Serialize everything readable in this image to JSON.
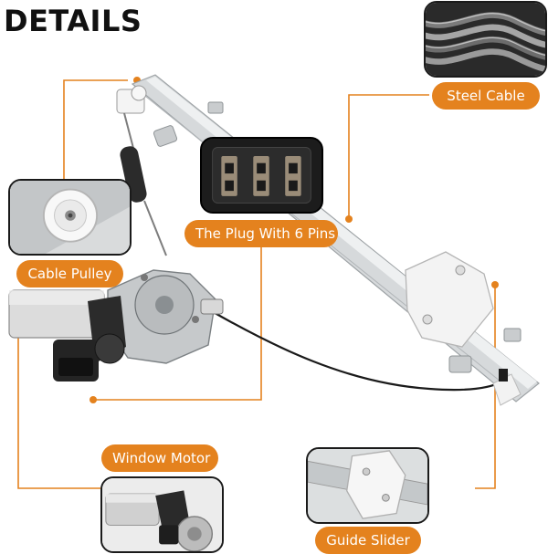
{
  "title": "DETAILS",
  "labels": {
    "steel_cable": "Steel Cable",
    "plug": "The Plug With 6 Pins",
    "cable_pulley": "Cable Pulley",
    "window_motor": "Window Motor",
    "guide_slider": "Guide Slider"
  },
  "colors": {
    "accent": "#e4821e",
    "title": "#111111",
    "inset_border": "#1a1a1a",
    "rail": "#cfd2d4",
    "slider": "#f4f4f4"
  }
}
